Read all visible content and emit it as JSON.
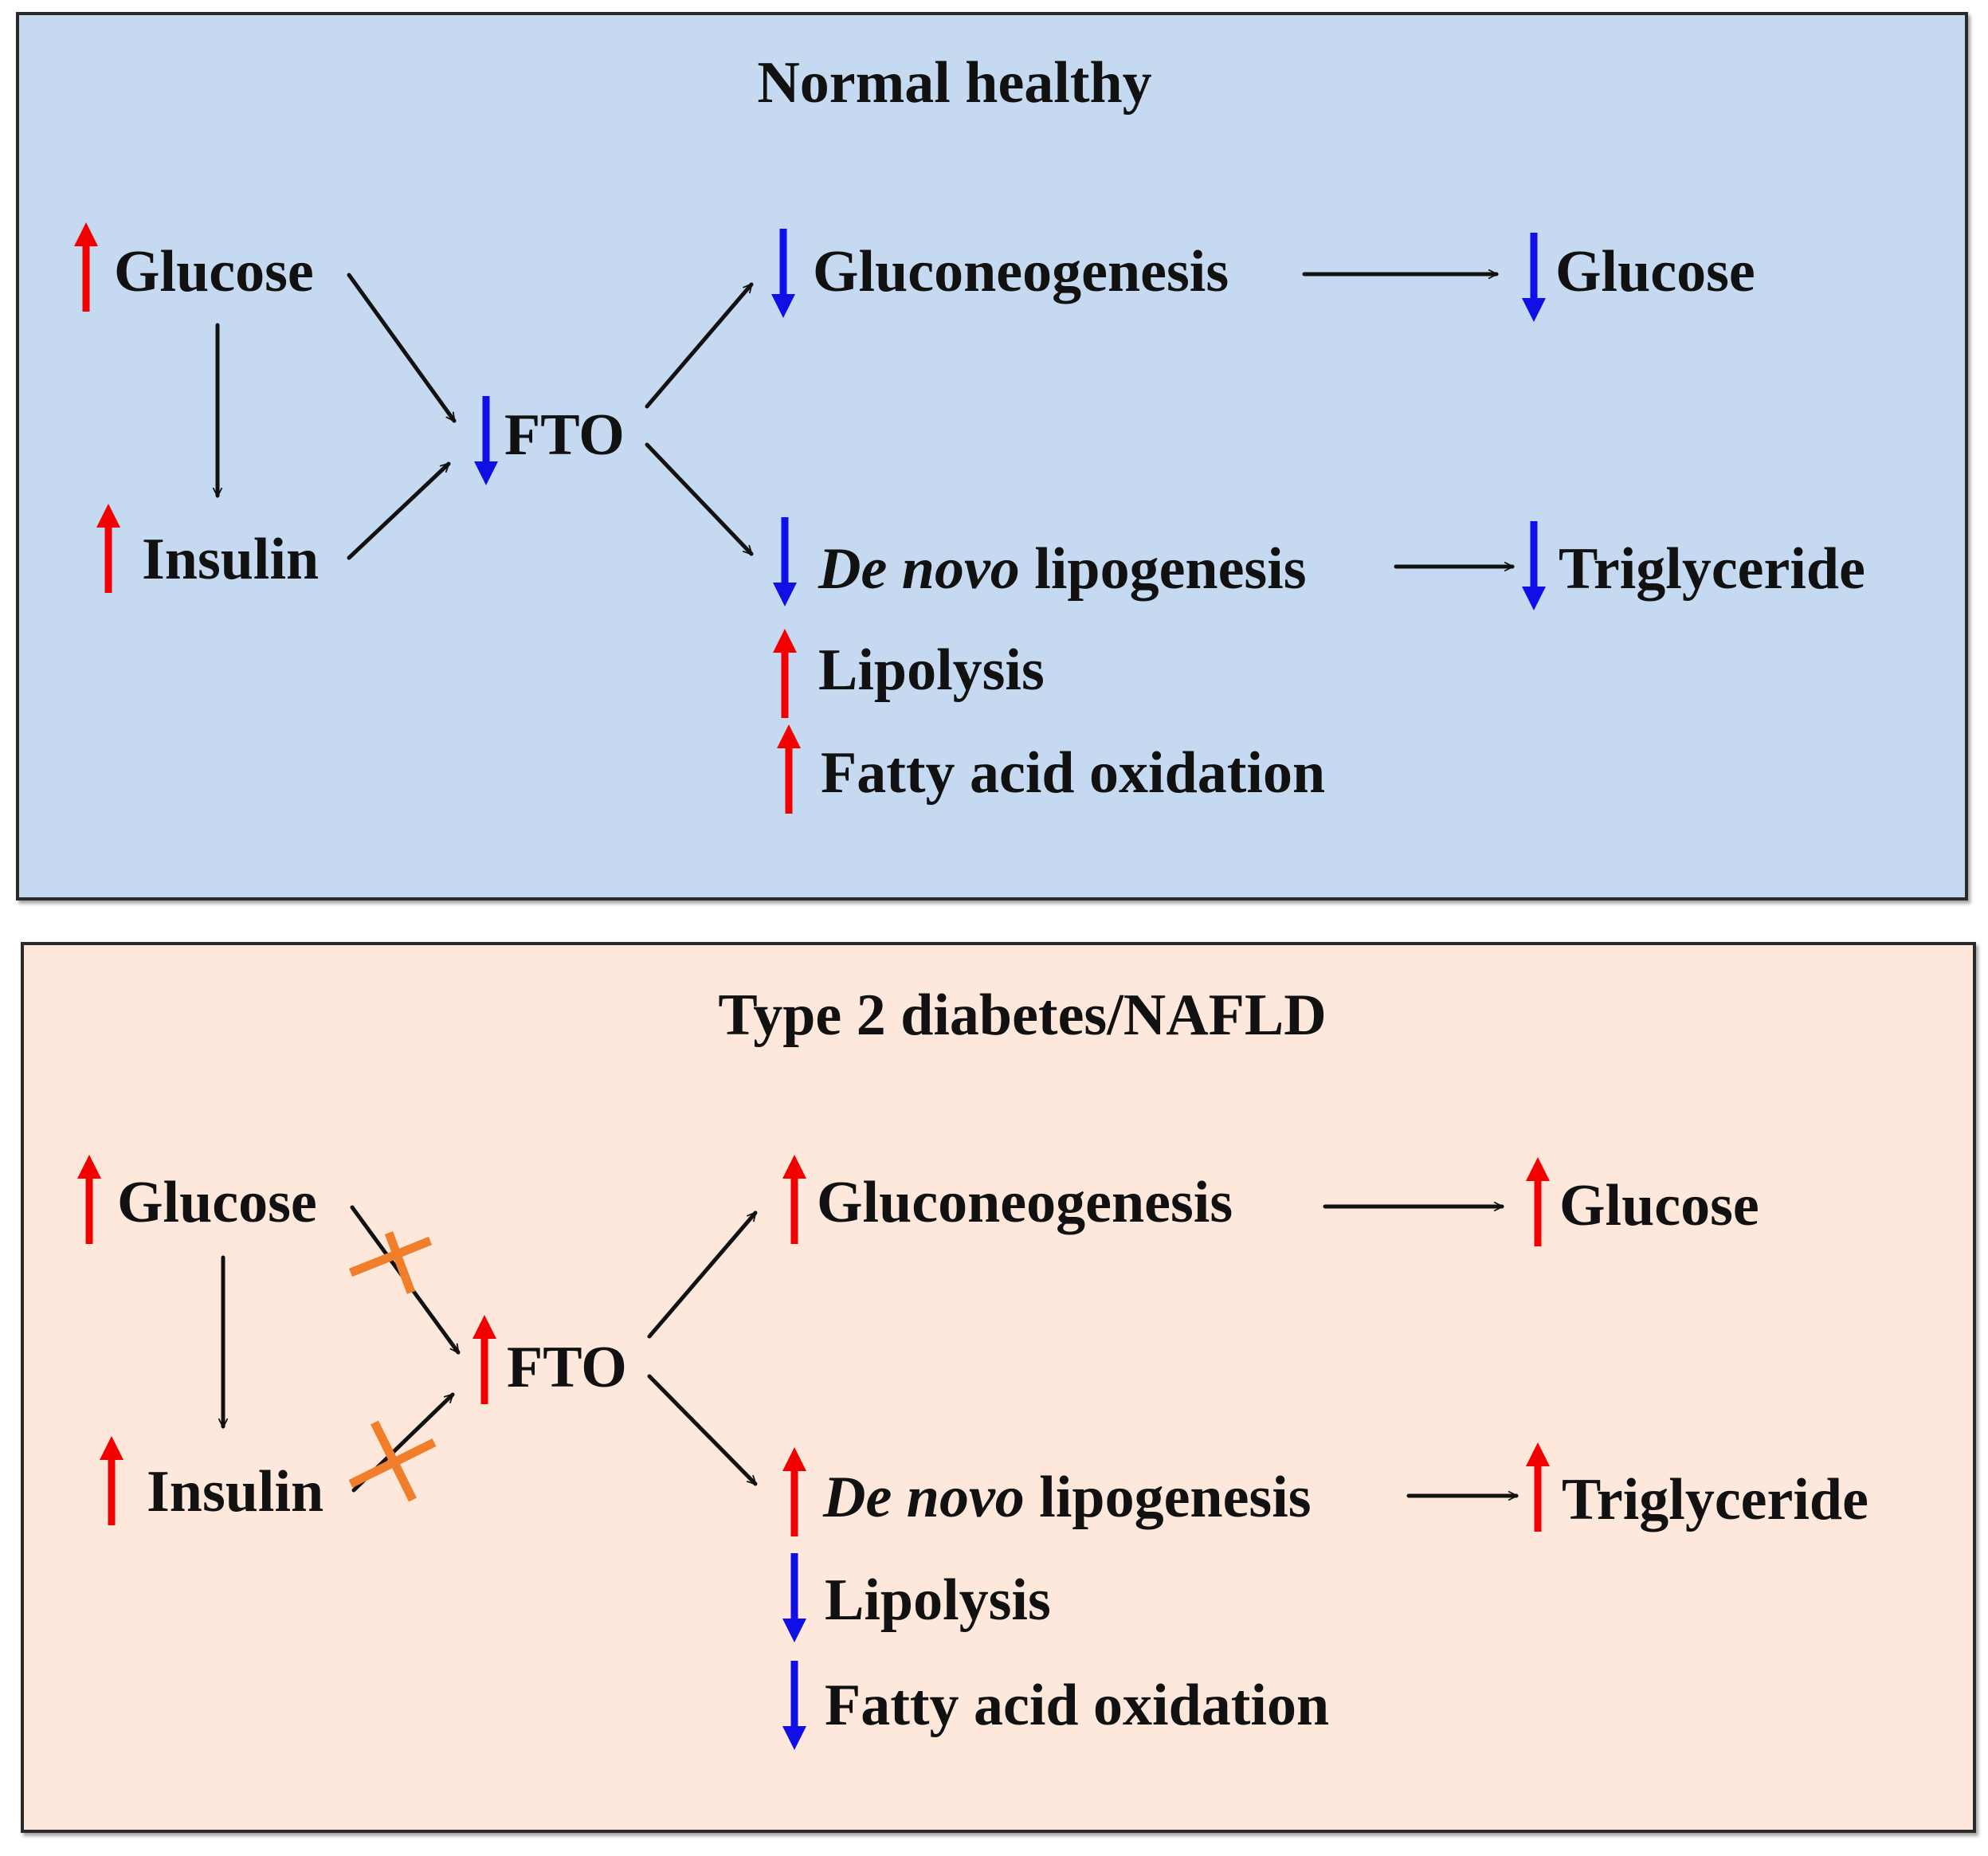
{
  "colors": {
    "up": "#f20000",
    "down": "#1010e6",
    "arrow": "#111111",
    "block": "#f07e2a",
    "normal_bg": "#c5daf0",
    "disease_bg": "#fde8db"
  },
  "panels": [
    {
      "title": "Normal healthy",
      "glucose": {
        "label": "Glucose",
        "direction": "up"
      },
      "insulin": {
        "label": "Insulin",
        "direction": "up"
      },
      "fto": {
        "label": "FTO",
        "direction": "down"
      },
      "gluconeogenesis": {
        "label": "Gluconeogenesis",
        "direction": "down"
      },
      "glucose_out": {
        "label": "Glucose",
        "direction": "down"
      },
      "lipogenesis": {
        "italic_part": "De novo",
        "rest": " lipogenesis",
        "direction": "down"
      },
      "triglyceride": {
        "label": "Triglyceride",
        "direction": "down"
      },
      "lipolysis": {
        "label": "Lipolysis",
        "direction": "up"
      },
      "fao": {
        "label": "Fatty acid oxidation",
        "direction": "up"
      },
      "blocked": false
    },
    {
      "title": "Type 2 diabetes/NAFLD",
      "glucose": {
        "label": "Glucose",
        "direction": "up"
      },
      "insulin": {
        "label": "Insulin",
        "direction": "up"
      },
      "fto": {
        "label": "FTO",
        "direction": "up"
      },
      "gluconeogenesis": {
        "label": "Gluconeogenesis",
        "direction": "up"
      },
      "glucose_out": {
        "label": "Glucose",
        "direction": "up"
      },
      "lipogenesis": {
        "italic_part": "De novo",
        "rest": " lipogenesis",
        "direction": "up"
      },
      "triglyceride": {
        "label": "Triglyceride",
        "direction": "up"
      },
      "lipolysis": {
        "label": "Lipolysis",
        "direction": "down"
      },
      "fao": {
        "label": "Fatty acid oxidation",
        "direction": "down"
      },
      "blocked": true
    }
  ]
}
